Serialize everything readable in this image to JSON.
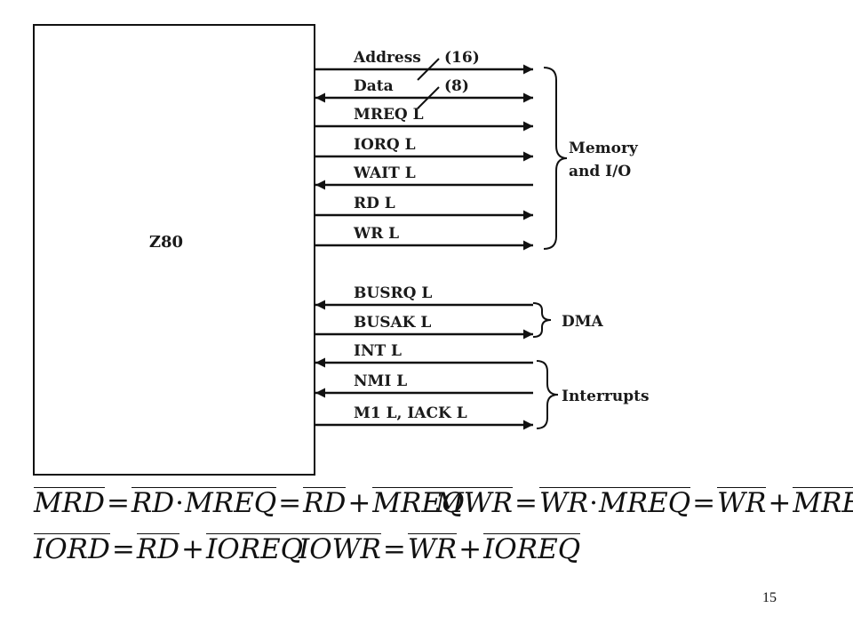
{
  "chip": {
    "label": "Z80"
  },
  "memory_io_signals": [
    {
      "label": "Address",
      "bus_width": "(16)",
      "direction": "out"
    },
    {
      "label": "Data",
      "bus_width": "(8)",
      "direction": "both"
    },
    {
      "label": "MREQ L",
      "direction": "out"
    },
    {
      "label": "IORQ L",
      "direction": "out"
    },
    {
      "label": "WAIT L",
      "direction": "in"
    },
    {
      "label": "RD L",
      "direction": "out"
    },
    {
      "label": "WR L",
      "direction": "out"
    }
  ],
  "dma_signals": [
    {
      "label": "BUSRQ L",
      "direction": "in"
    },
    {
      "label": "BUSAK L",
      "direction": "out"
    }
  ],
  "interrupt_signals": [
    {
      "label": "INT L",
      "direction": "in"
    },
    {
      "label": "NMI L",
      "direction": "in"
    },
    {
      "label": "M1 L, IACK L",
      "direction": "out"
    }
  ],
  "groups": {
    "memory_io": [
      "Memory",
      "and I/O"
    ],
    "dma": "DMA",
    "interrupts": "Interrupts"
  },
  "equations": {
    "mrd": {
      "lhs": "MRD",
      "mid1": "RD",
      "mid2": "MREQ",
      "r1": "RD",
      "r2": "MREQ"
    },
    "mwr": {
      "lhs": "MWR",
      "mid1": "WR",
      "mid2": "MREQ",
      "r1": "WR",
      "r2": "MREQ"
    },
    "iord": {
      "lhs": "IORD",
      "r1": "RD",
      "r2": "IOREQ"
    },
    "iowr": {
      "lhs": "IOWR",
      "r1": "WR",
      "r2": "IOREQ"
    }
  },
  "page_number": "15"
}
